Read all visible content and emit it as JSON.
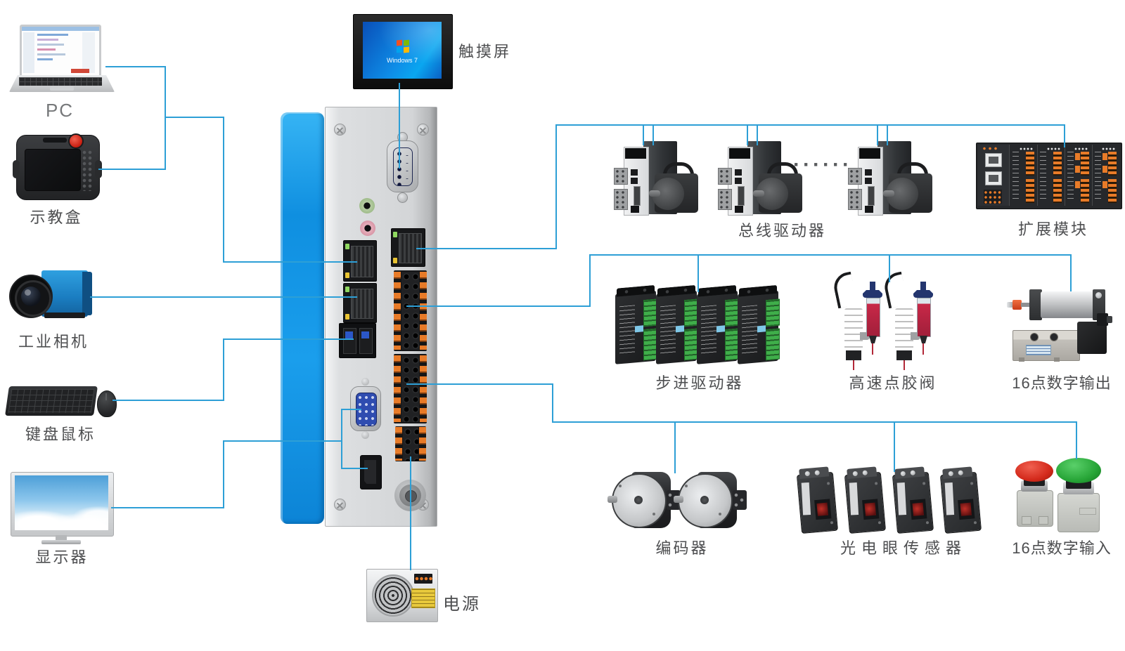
{
  "labels": {
    "pc": "PC",
    "teach_pendant": "示教盒",
    "camera": "工业相机",
    "keyboard_mouse": "键盘鼠标",
    "monitor": "显示器",
    "touchscreen": "触摸屏",
    "power_supply": "电源",
    "bus_drivers": "总线驱动器",
    "expansion_module": "扩展模块",
    "stepper_drivers": "步进驱动器",
    "dispensing_valves": "高速点胶阀",
    "digital_output": "16点数字输出",
    "encoders": "编码器",
    "photo_sensors": "光电眼传感器",
    "digital_input": "16点数字输入",
    "ellipsis": "······"
  },
  "touchscreen_os": "Windows 7",
  "colors": {
    "wire": "#2d9fd6",
    "controller_accent": "#1598ea",
    "terminal_orange": "#e87b28",
    "label_text": "#4d4e50"
  }
}
